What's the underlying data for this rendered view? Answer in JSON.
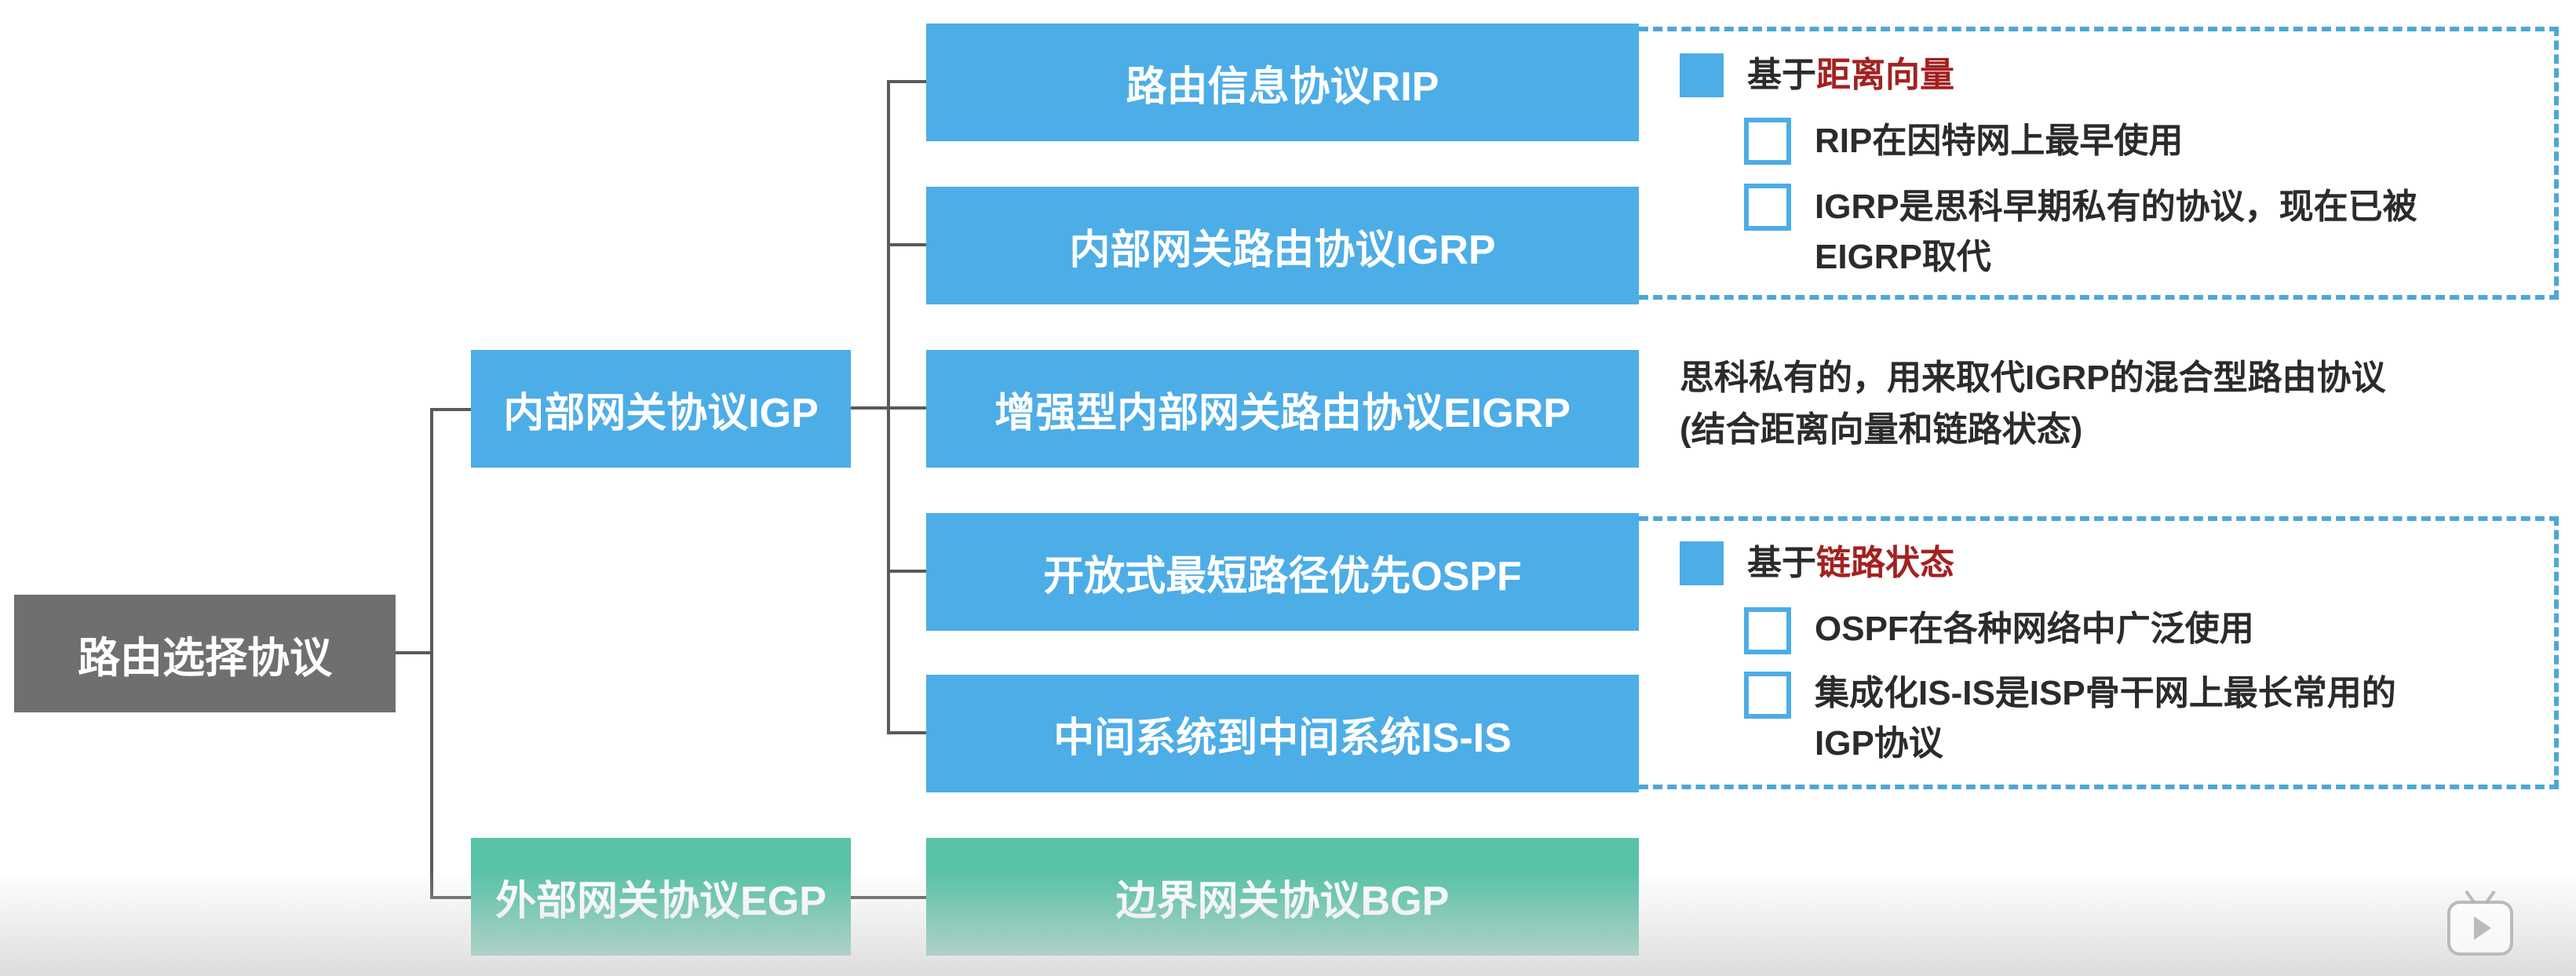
{
  "root": {
    "label": "路由选择协议"
  },
  "categories": {
    "igp": {
      "label": "内部网关协议IGP"
    },
    "egp": {
      "label": "外部网关协议EGP"
    }
  },
  "protocols": {
    "rip": "路由信息协议RIP",
    "igrp": "内部网关路由协议IGRP",
    "eigrp": "增强型内部网关路由协议EIGRP",
    "ospf": "开放式最短路径优先OSPF",
    "isis": "中间系统到中间系统IS-IS",
    "bgp": "边界网关协议BGP"
  },
  "notes": {
    "distance_vector": {
      "prefix": "基于",
      "highlight": "距离向量",
      "items": [
        "RIP在因特网上最早使用",
        "IGRP是思科早期私有的协议，现在已被",
        "EIGRP取代"
      ]
    },
    "eigrp": {
      "line1": "思科私有的，用来取代IGRP的混合型路由协议",
      "line2": "(结合距离向量和链路状态)"
    },
    "link_state": {
      "prefix": "基于",
      "highlight": "链路状态",
      "items": [
        "OSPF在各种网络中广泛使用",
        "集成化IS-IS是ISP骨干网上最长常用的",
        "IGP协议"
      ]
    }
  },
  "colors": {
    "root": "#6f6f6f",
    "igp": "#4dade7",
    "egp": "#58c2a7",
    "highlight": "#a32121",
    "dashed_border": "#4ea7d8"
  }
}
